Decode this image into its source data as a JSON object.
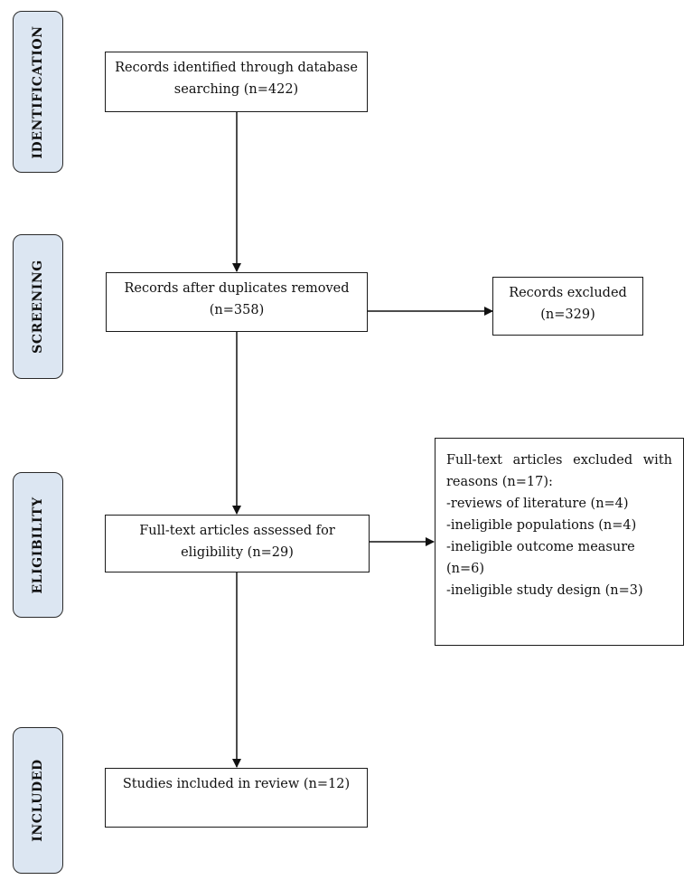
{
  "stages": {
    "identification": "IDENTIFICATION",
    "screening": "SCREENING",
    "eligibility": "ELIGIBILITY",
    "included": "INCLUDED"
  },
  "boxes": {
    "identified": {
      "line1": "Records identified through database",
      "line2": "searching (n=422)"
    },
    "deduplicated": {
      "line1": "Records after duplicates removed",
      "line2": "(n=358)"
    },
    "excluded": {
      "line1": "Records excluded",
      "line2": "(n=329)"
    },
    "fulltext": {
      "line1": "Full-text articles assessed for",
      "line2": "eligibility (n=29)"
    },
    "fulltext_excluded": {
      "title_line1": "Full-text articles excluded with",
      "title_line2": "reasons (n=17):",
      "reasons": [
        "-reviews of literature (n=4)",
        "-ineligible populations (n=4)",
        "-ineligible outcome measure (n=6)",
        "-ineligible study design (n=3)"
      ]
    },
    "included": {
      "line1": "Studies included in review (n=12)"
    }
  },
  "colors": {
    "stage_fill": "#dce6f2",
    "border": "#1a1a1a"
  }
}
